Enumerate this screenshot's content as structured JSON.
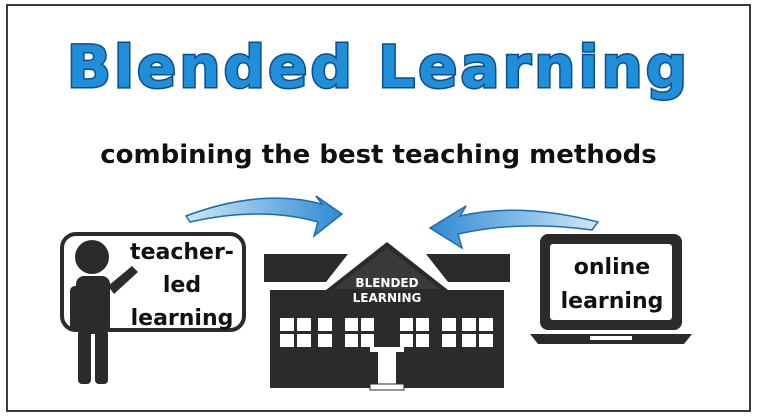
{
  "title": "Blended Learning",
  "subtitle": "combining the best teaching methods",
  "left_panel": {
    "lines": [
      "teacher-",
      "led",
      "learning"
    ]
  },
  "center_building": {
    "lines": [
      "BLENDED",
      "LEARNING"
    ]
  },
  "right_panel": {
    "lines": [
      "online",
      "learning"
    ]
  },
  "colors": {
    "title_fill": "#1e8fd8",
    "title_outline": "#0d4d8c",
    "arrow_blue": "#2f8bd3",
    "icon_dark": "#2b2b2b",
    "frame": "#3a3a3a"
  },
  "icons": [
    "teacher-figure-icon",
    "whiteboard-icon",
    "school-building-icon",
    "laptop-icon",
    "curved-arrow-icon"
  ]
}
